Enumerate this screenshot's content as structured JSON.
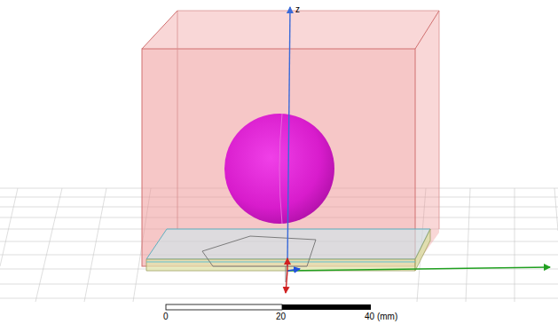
{
  "diagram": {
    "labels": [
      "z",
      "0",
      "20",
      "40 (mm)"
    ]
  }
}
